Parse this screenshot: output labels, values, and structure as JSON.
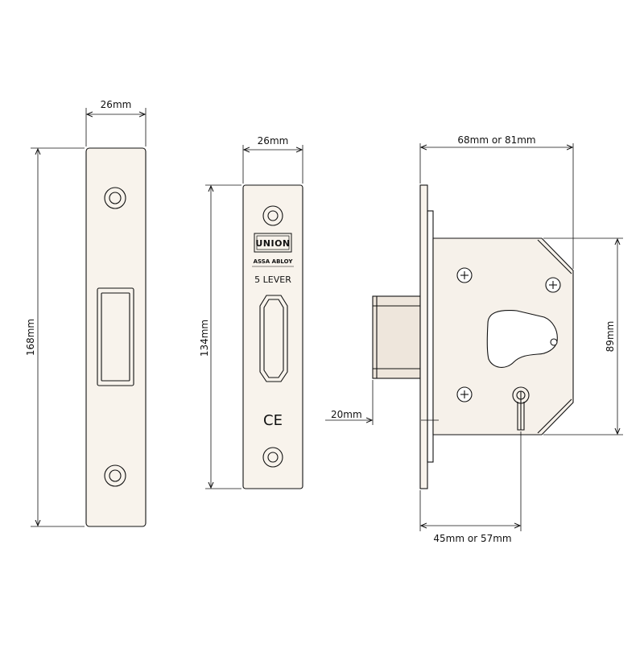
{
  "colors": {
    "line": "#111111",
    "plate_fill": "#f8f3ec",
    "body_fill": "#f6f1ea",
    "bolt_fill": "#eee6dc",
    "background": "#ffffff"
  },
  "strike_plate": {
    "width_label": "26mm",
    "height_label": "168mm"
  },
  "forend": {
    "width_label": "26mm",
    "height_label": "134mm",
    "brand_logo": "UNION",
    "brand_sub": "ASSA ABLOY",
    "lever_label": "5 LEVER",
    "ce_mark": "CE"
  },
  "lock_body": {
    "width_label": "68mm or 81mm",
    "height_label": "89mm",
    "backset_label": "45mm or 57mm",
    "bolt_throw_label": "20mm"
  }
}
